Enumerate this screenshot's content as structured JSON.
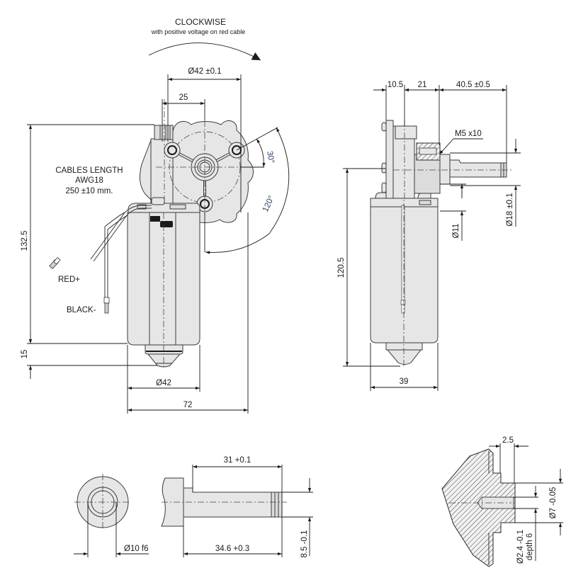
{
  "title": "Gear motor dimensional drawing",
  "rotation": {
    "label": "CLOCKWISE",
    "note": "with positive voltage on red cable"
  },
  "front_view": {
    "dims": {
      "flange_diameter": "Ø42 ±0.1",
      "hole_offset": "25",
      "angle_small": "30°",
      "angle_large": "120°",
      "height_total": "132.5",
      "shaft_cap": "15",
      "body_diameter": "Ø42",
      "overall_width": "72"
    },
    "cables": {
      "title": "CABLES LENGTH",
      "gauge": "AWG18",
      "length": "250 ±10 mm.",
      "red_label": "RED+",
      "black_label": "BLACK-"
    }
  },
  "side_view": {
    "dims": {
      "plate": "10.5",
      "gearbox": "21",
      "shaft_length": "40.5 ±0.5",
      "thread": "M5 x10",
      "boss_diameter": "Ø18 ±0.1",
      "shaft_base": "Ø11",
      "height": "120.5",
      "body_width": "39"
    }
  },
  "shaft_detail": {
    "dims": {
      "shaft_diameter": "Ø10 f6",
      "flat_length": "31 +0.1",
      "shaft_length": "34.6 +0.3",
      "flat_depth": "8.5 -0.1"
    }
  },
  "section_detail": {
    "dims": {
      "step": "2.5",
      "pilot_diameter": "Ø7 -0.05",
      "hole_diameter": "Ø2.4 -0.1",
      "hole_depth": "depth 6"
    }
  }
}
